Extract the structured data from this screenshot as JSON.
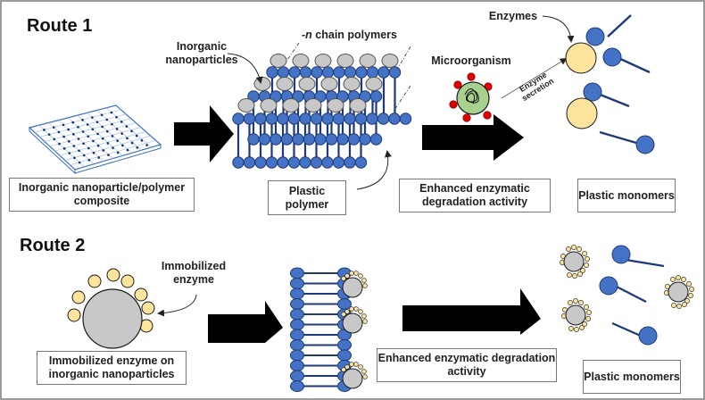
{
  "route1": {
    "title": "Route 1",
    "labels": {
      "inorganic_nanoparticles": "Inorganic\nnanoparticles",
      "chain_polymers_prefix": "-n",
      "chain_polymers_suffix": " chain polymers",
      "microorganism": "Microorganism",
      "enzymes": "Enzymes",
      "enzyme_secretion_line1": "Enzyme",
      "enzyme_secretion_line2": "secretion"
    },
    "boxes": {
      "composite": "Inorganic nanoparticle/polymer composite",
      "plastic_polymer": "Plastic polymer",
      "enhanced": "Enhanced enzymatic degradation activity",
      "monomers": "Plastic monomers"
    }
  },
  "route2": {
    "title": "Route 2",
    "labels": {
      "immobilized_enzyme": "Immobilized\nenzyme"
    },
    "boxes": {
      "immobilized_on_np": "Immobilized enzyme on inorganic nanoparticles",
      "enhanced": "Enhanced enzymatic degradation activity",
      "monomers": "Plastic monomers"
    }
  },
  "colors": {
    "polymer_blue": "#4472c4",
    "polymer_stroke": "#1f3a7a",
    "nanoparticle_gray": "#c8c8c8",
    "enzyme_yellow": "#fde49c",
    "microbe_green": "#a9d18e",
    "microbe_spikes": "#e00000",
    "arrow": "#000000",
    "frame": "#9a9a9a"
  }
}
